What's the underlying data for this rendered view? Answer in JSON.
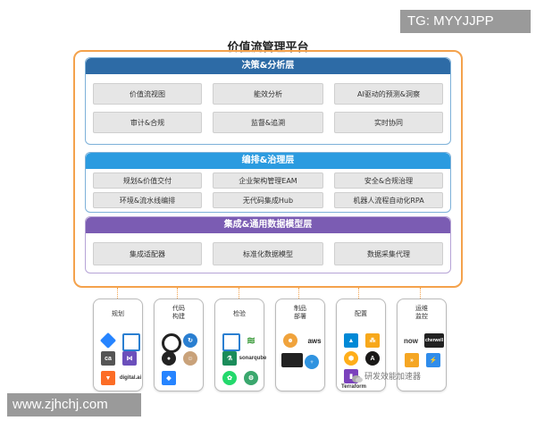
{
  "watermark_top": "TG: MYYJJPP",
  "watermark_bottom": "www.zjhchj.com",
  "wechat_watermark": "研发效能加速器",
  "platform_title": "价值流管理平台",
  "layers": [
    {
      "title": "决策&分析层",
      "color": "#2d6ba6",
      "cells": [
        "价值流视图",
        "能效分析",
        "AI驱动的预测&洞察",
        "审计&合规",
        "监督&追溯",
        "实时协同"
      ]
    },
    {
      "title": "编排&治理层",
      "color": "#2b9be0",
      "cells": [
        "规划&价值交付",
        "企业架构管理EAM",
        "安全&合规治理",
        "环境&流水线编排",
        "无代码集成Hub",
        "机器人流程自动化RPA"
      ]
    },
    {
      "title": "集成&通用数据模型层",
      "color": "#7b5cb3",
      "cells": [
        "集成适配器",
        "标准化数据模型",
        "数据采集代理"
      ]
    }
  ],
  "tool_categories": [
    {
      "label": "规划",
      "logos": [
        "jira-icon",
        "dotted-square-icon",
        "ca-logo",
        "vs-icon",
        "gitlab-icon",
        "digital-ai-logo"
      ]
    },
    {
      "label": "代码\n构建",
      "logos": [
        "circleci-icon",
        "refresh-icon",
        "github-icon",
        "jenkins-icon",
        "bitbucket-icon"
      ]
    },
    {
      "label": "检验",
      "logos": [
        "square-icon",
        "wave-icon",
        "flask-icon",
        "sonarqube-logo",
        "cucumber-icon",
        "gear-icon"
      ]
    },
    {
      "label": "制品\n部署",
      "logos": [
        "jfrog-icon",
        "aws-logo",
        "darkbox-icon",
        "octopus-icon"
      ]
    },
    {
      "label": "配置",
      "logos": [
        "azure-icon",
        "nodes-icon",
        "puppet-icon",
        "ansible-icon",
        "terraform-logo"
      ]
    },
    {
      "label": "运维\n监控",
      "logos": [
        "now-logo",
        "cherwell-logo",
        "chevron-icon",
        "bolt-icon"
      ]
    }
  ],
  "logo_text": {
    "ca": "ca",
    "digital": "digital.ai",
    "sonarqube": "sonarqube",
    "aws": "aws",
    "terraform": "Terraform",
    "now": "now",
    "cherwell": "cherwell"
  },
  "colors": {
    "frame": "#f4a24c",
    "layer1": "#2d6ba6",
    "layer2": "#2b9be0",
    "layer3": "#7b5cb3"
  }
}
